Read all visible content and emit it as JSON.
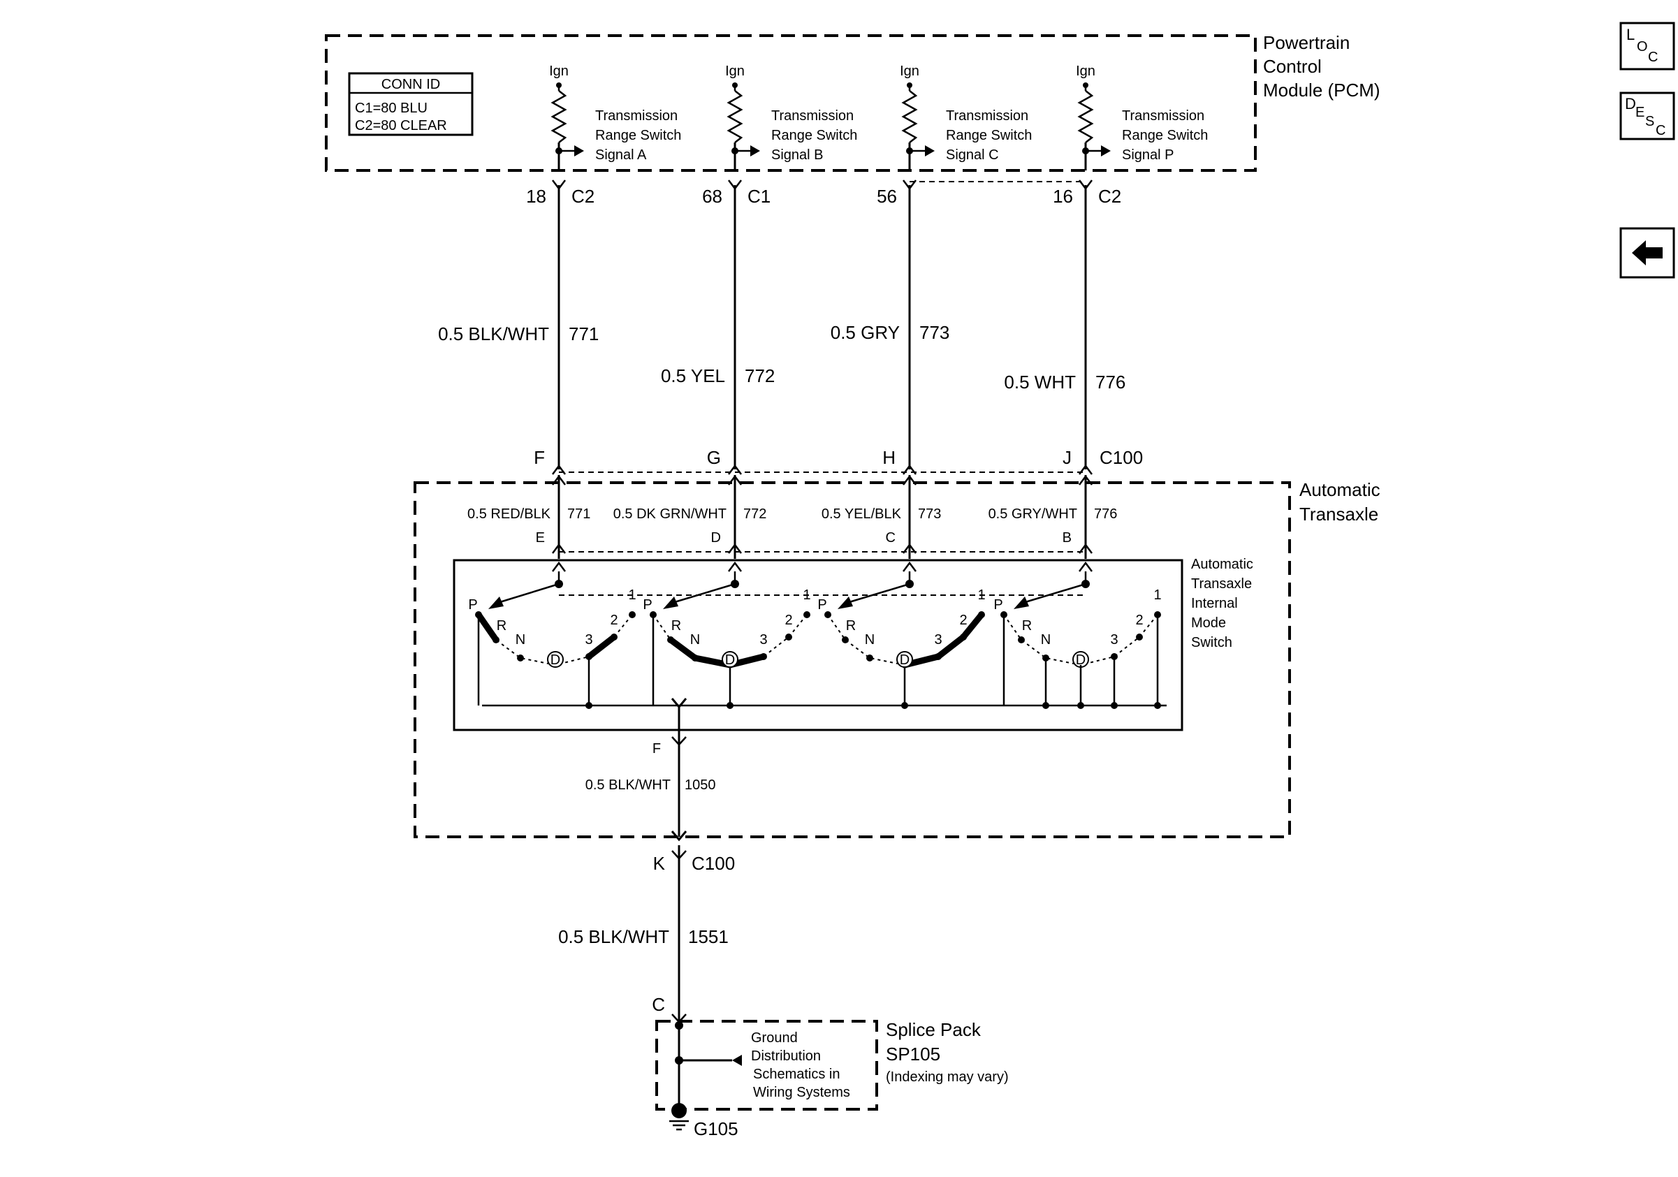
{
  "pcm": {
    "title_lines": [
      "Powertrain",
      "Control",
      "Module (PCM)"
    ],
    "conn_id": {
      "header": "CONN ID",
      "lines": [
        "C1=80 BLU",
        "C2=80 CLEAR"
      ]
    },
    "ign_label": "Ign",
    "signals": [
      {
        "lines": [
          "Transmission",
          "Range Switch",
          "Signal A"
        ],
        "pin": "18",
        "conn": "C2"
      },
      {
        "lines": [
          "Transmission",
          "Range Switch",
          "Signal B"
        ],
        "pin": "68",
        "conn": "C1"
      },
      {
        "lines": [
          "Transmission",
          "Range Switch",
          "Signal C"
        ],
        "pin": "56",
        "conn": ""
      },
      {
        "lines": [
          "Transmission",
          "Range Switch",
          "Signal P"
        ],
        "pin": "16",
        "conn": "C2"
      }
    ]
  },
  "wires_upper": [
    {
      "color": "0.5 BLK/WHT",
      "circuit": "771"
    },
    {
      "color": "0.5 YEL",
      "circuit": "772"
    },
    {
      "color": "0.5 GRY",
      "circuit": "773"
    },
    {
      "color": "0.5 WHT",
      "circuit": "776"
    }
  ],
  "c100_pins": [
    "F",
    "G",
    "H",
    "J"
  ],
  "c100_label": "C100",
  "transaxle": {
    "title_lines": [
      "Automatic",
      "Transaxle"
    ],
    "wires": [
      {
        "color": "0.5 RED/BLK",
        "circuit": "771",
        "pin": "E"
      },
      {
        "color": "0.5 DK GRN/WHT",
        "circuit": "772",
        "pin": "D"
      },
      {
        "color": "0.5 YEL/BLK",
        "circuit": "773",
        "pin": "C"
      },
      {
        "color": "0.5 GRY/WHT",
        "circuit": "776",
        "pin": "B"
      }
    ],
    "switch_label_lines": [
      "Automatic",
      "Transaxle",
      "Internal",
      "Mode",
      "Switch"
    ],
    "positions": [
      "P",
      "R",
      "N",
      "D",
      "3",
      "2",
      "1"
    ],
    "ground_pin": "F",
    "ground_wire": {
      "color": "0.5 BLK/WHT",
      "circuit": "1050"
    }
  },
  "lower": {
    "pin": "K",
    "conn": "C100",
    "wire": {
      "color": "0.5 BLK/WHT",
      "circuit": "1551"
    },
    "splice_pin": "C"
  },
  "splice": {
    "title_lines": [
      "Splice Pack",
      "SP105"
    ],
    "note": "(Indexing may vary)",
    "ref_lines": [
      "Ground",
      "Distribution",
      "Schematics in",
      "Wiring Systems"
    ]
  },
  "ground_label": "G105",
  "nav": {
    "loc": {
      "big": "L",
      "small": [
        "O",
        "C"
      ]
    },
    "desc": {
      "big": "D",
      "small": [
        "E",
        "S",
        "C"
      ]
    },
    "back_icon": "left-arrow-icon"
  }
}
